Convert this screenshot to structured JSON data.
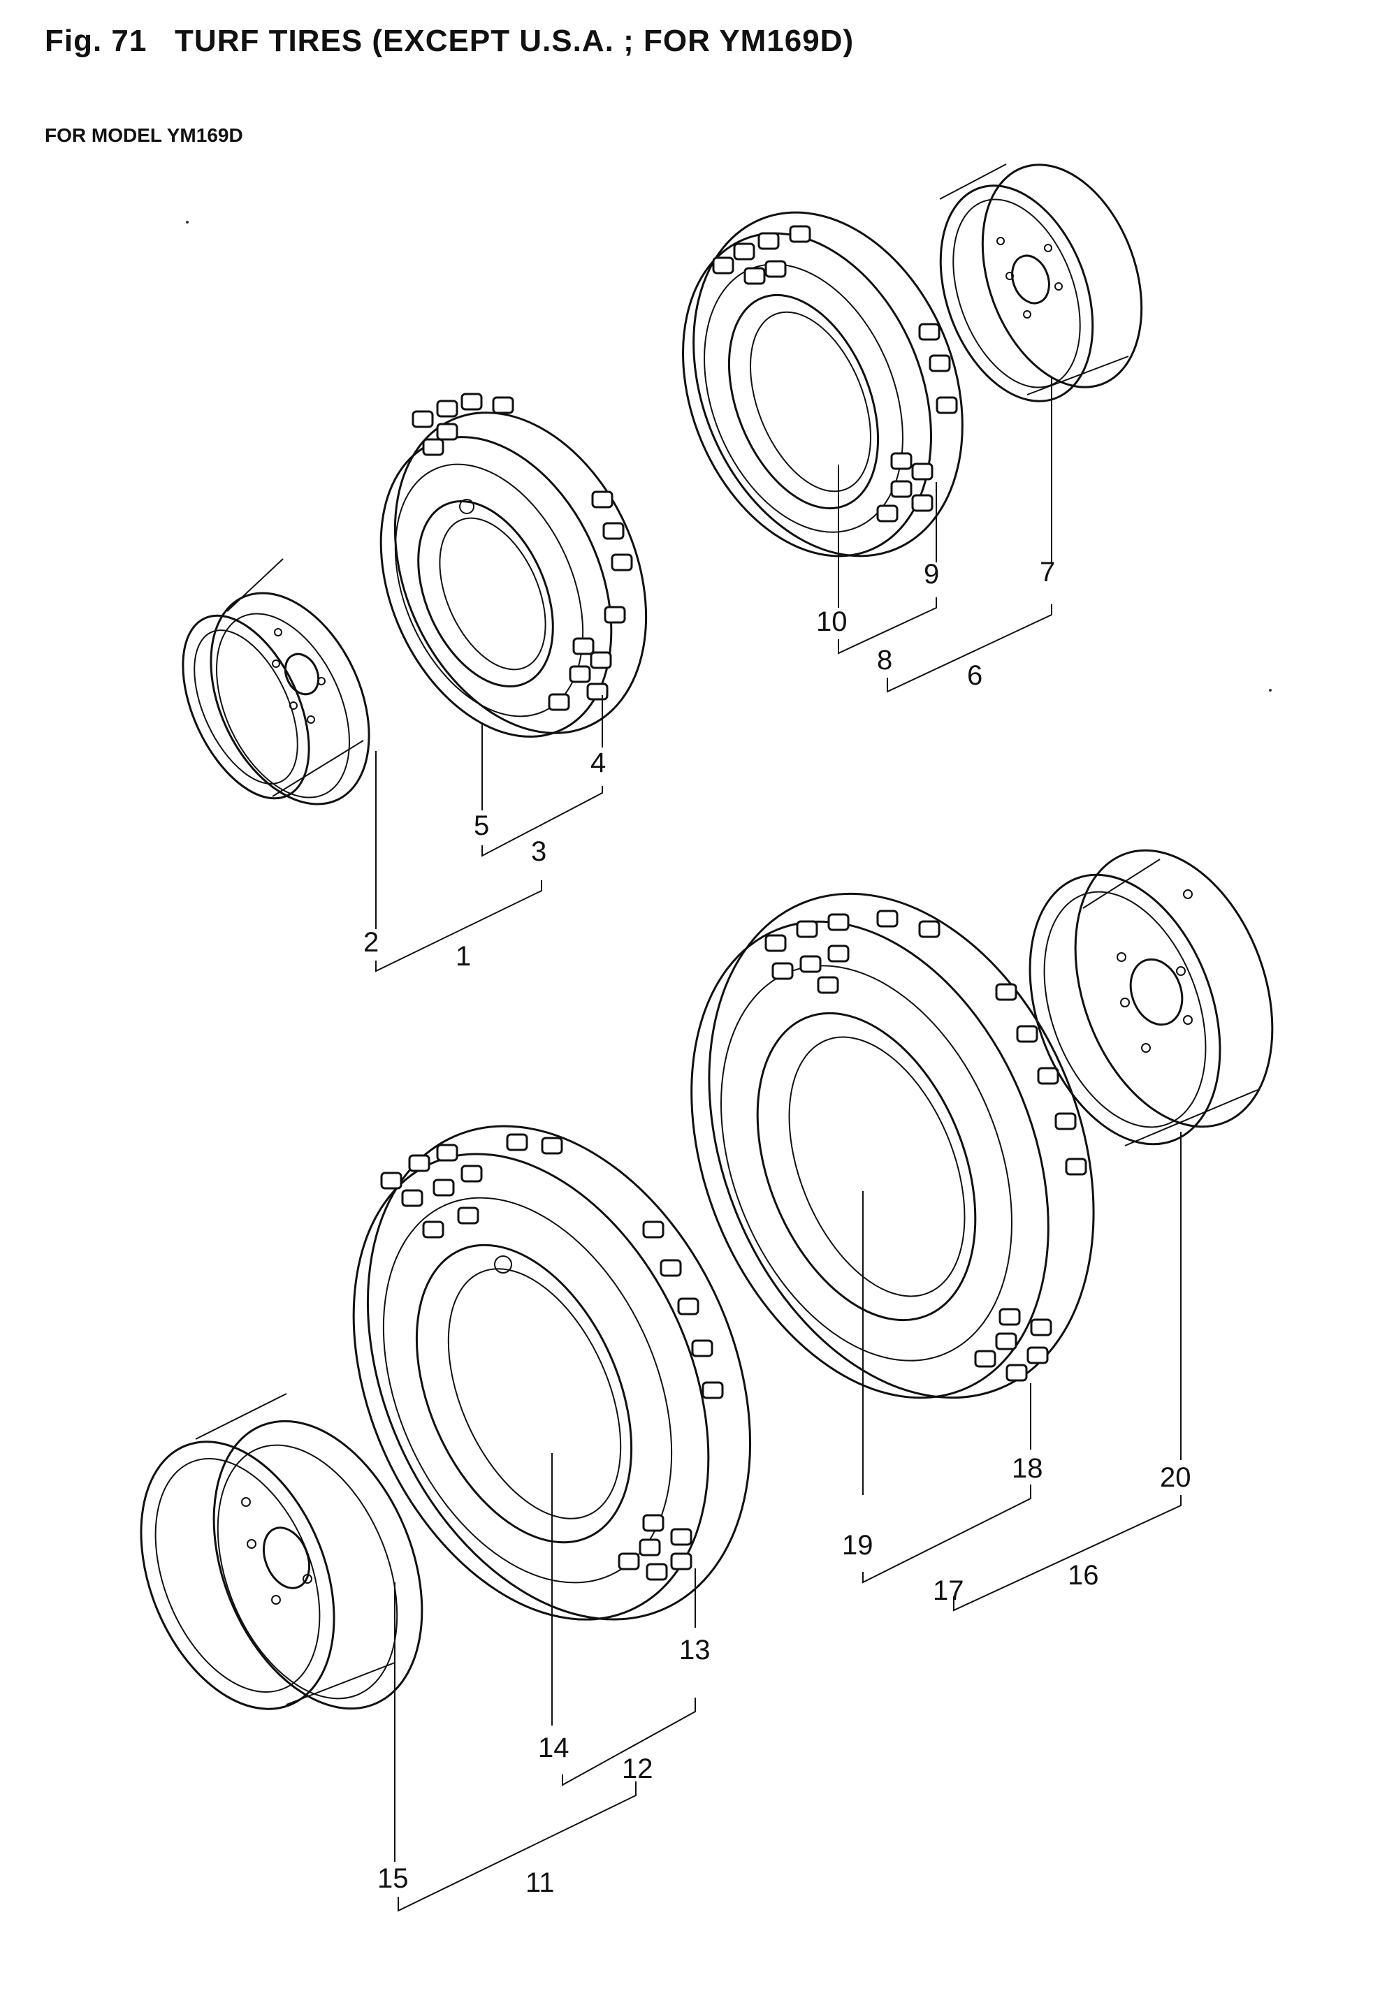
{
  "figure": {
    "title": "Fig. 71   TURF TIRES (EXCEPT U.S.A. ; FOR YM169D)",
    "subtitle": "FOR MODEL YM169D"
  },
  "callouts": [
    "1",
    "2",
    "3",
    "4",
    "5",
    "6",
    "7",
    "8",
    "9",
    "10",
    "11",
    "12",
    "13",
    "14",
    "15",
    "16",
    "17",
    "18",
    "19",
    "20"
  ]
}
